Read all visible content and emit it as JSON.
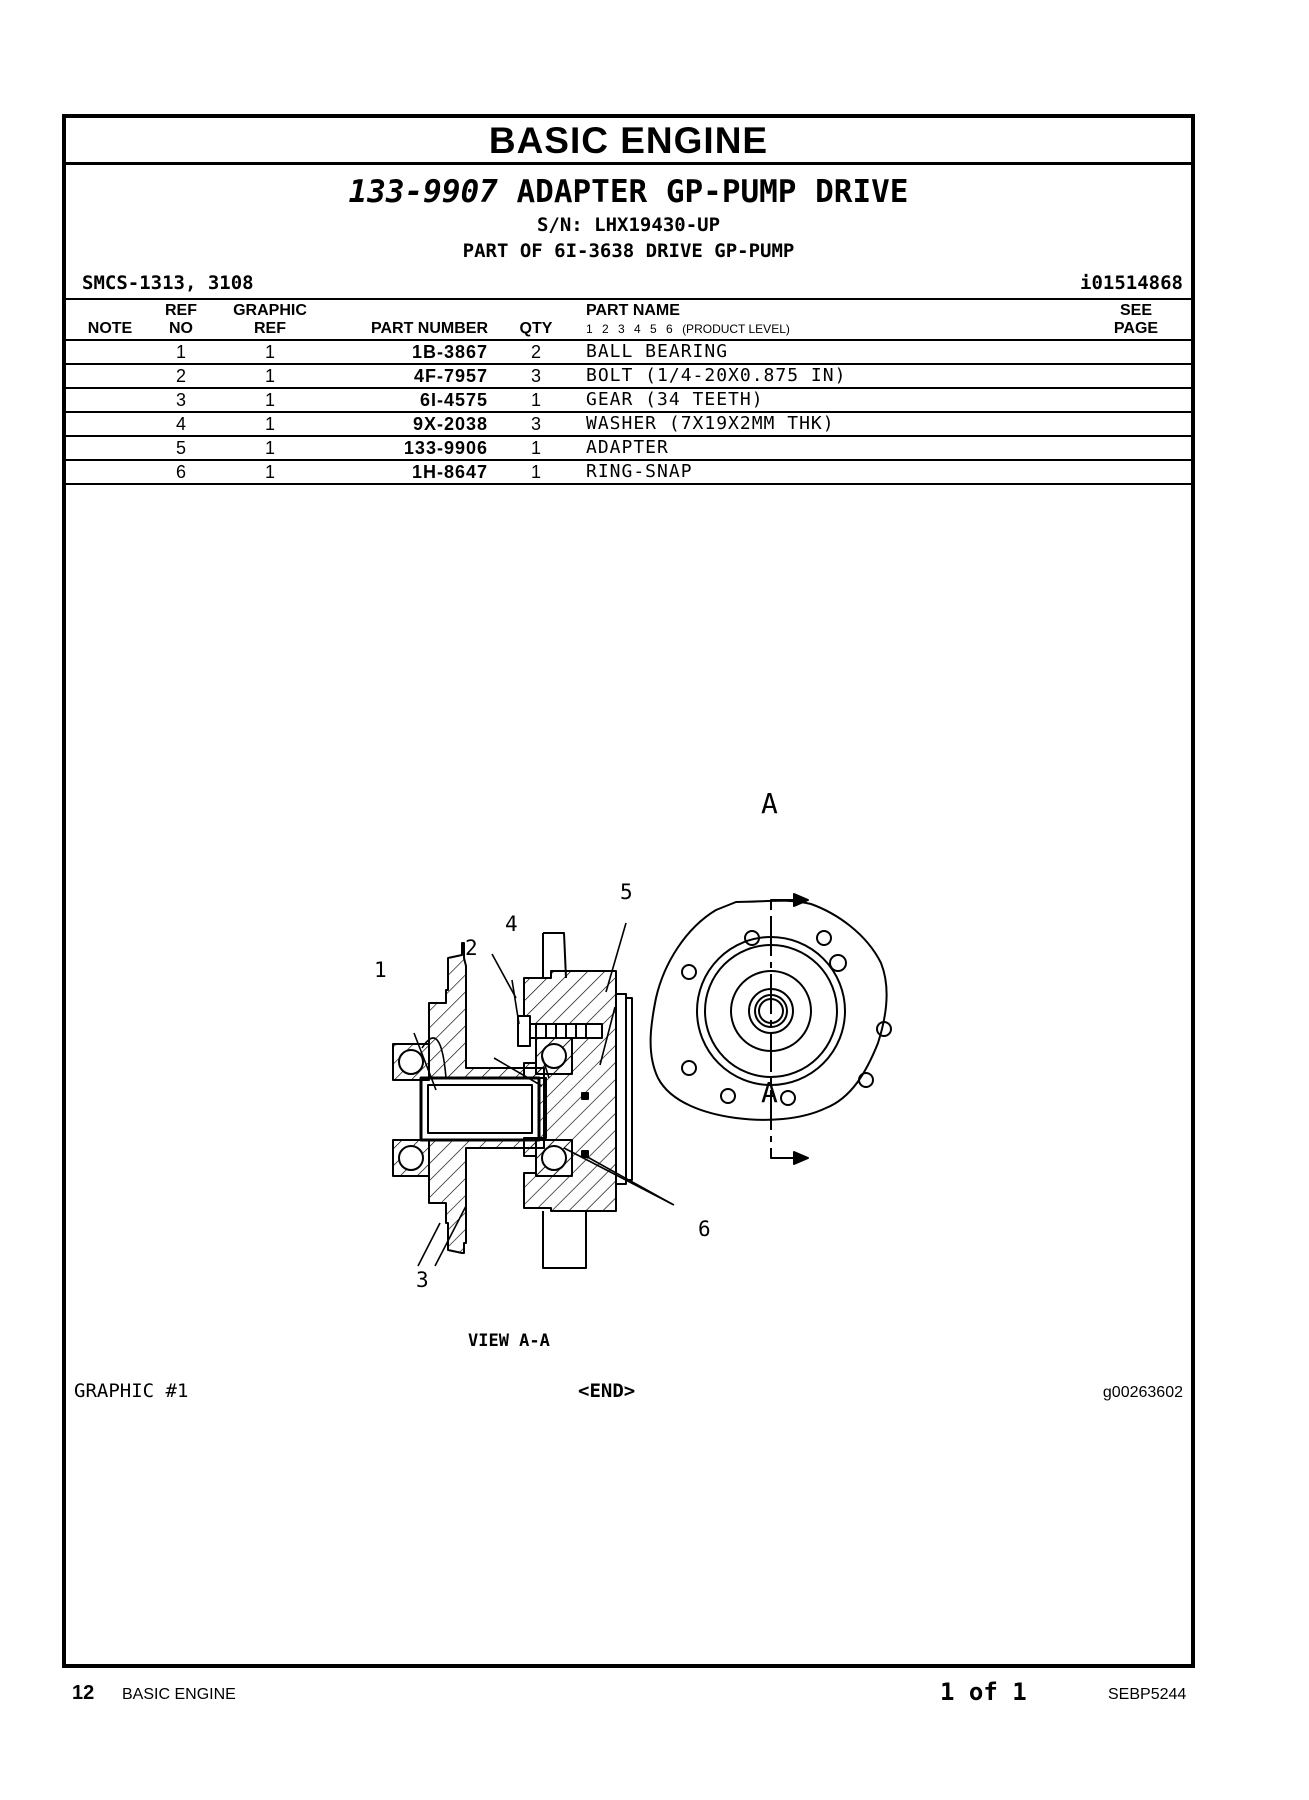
{
  "header": {
    "section_title": "BASIC ENGINE",
    "part_number": "133-9907",
    "part_name": "ADAPTER GP-PUMP DRIVE",
    "serial": "S/N: LHX19430-UP",
    "part_of": "PART OF 6I-3638 DRIVE GP-PUMP",
    "smcs": "SMCS-1313, 3108",
    "illustration_id": "i01514868"
  },
  "table": {
    "headers": {
      "note": "NOTE",
      "ref_top": "REF",
      "ref_bottom": "NO",
      "graphic_top": "GRAPHIC",
      "graphic_bottom": "REF",
      "part_number": "PART NUMBER",
      "qty": "QTY",
      "part_name": "PART NAME",
      "levels": "1 2 3 4 5 6",
      "product_level": "(PRODUCT LEVEL)",
      "see_top": "SEE",
      "see_bottom": "PAGE"
    },
    "rows": [
      {
        "ref": "1",
        "graphic_ref": "1",
        "part_number": "1B-3867",
        "qty": "2",
        "name": "BALL BEARING"
      },
      {
        "ref": "2",
        "graphic_ref": "1",
        "part_number": "4F-7957",
        "qty": "3",
        "name": "BOLT (1/4-20X0.875 IN)"
      },
      {
        "ref": "3",
        "graphic_ref": "1",
        "part_number": "6I-4575",
        "qty": "1",
        "name": "GEAR (34 TEETH)"
      },
      {
        "ref": "4",
        "graphic_ref": "1",
        "part_number": "9X-2038",
        "qty": "3",
        "name": "WASHER (7X19X2MM THK)"
      },
      {
        "ref": "5",
        "graphic_ref": "1",
        "part_number": "133-9906",
        "qty": "1",
        "name": "ADAPTER"
      },
      {
        "ref": "6",
        "graphic_ref": "1",
        "part_number": "1H-8647",
        "qty": "1",
        "name": "RING-SNAP"
      }
    ]
  },
  "drawing": {
    "callouts": [
      "1",
      "2",
      "3",
      "4",
      "5",
      "6"
    ],
    "section_mark": "A",
    "view_label": "VIEW A-A"
  },
  "graphic_footer": {
    "label": "GRAPHIC #1",
    "end": "<END>",
    "graphic_id": "g00263602"
  },
  "footer": {
    "page": "12",
    "section": "BASIC ENGINE",
    "page_of": "1 of 1",
    "doc_id": "SEBP5244"
  }
}
